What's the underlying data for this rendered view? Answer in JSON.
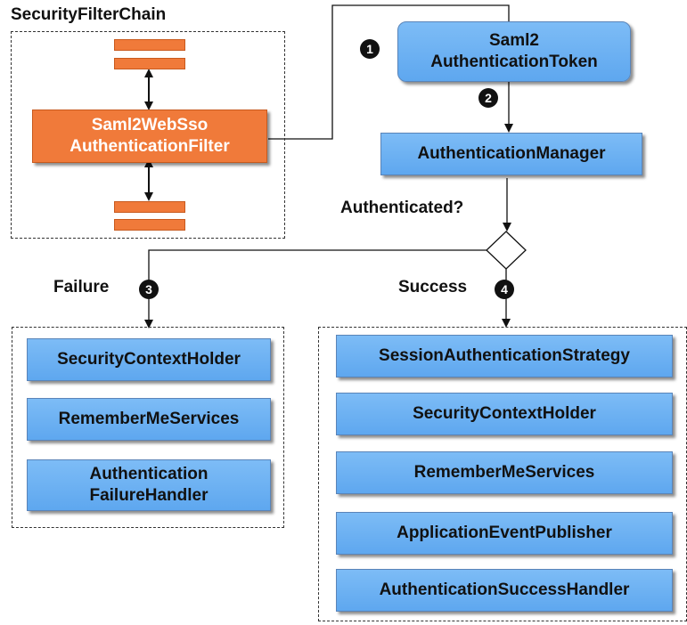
{
  "filter_chain": {
    "title": "SecurityFilterChain",
    "filter": "Saml2WebSso\nAuthenticationFilter"
  },
  "token": "Saml2\nAuthenticationToken",
  "manager": "AuthenticationManager",
  "decision": "Authenticated?",
  "failure": {
    "label": "Failure",
    "step": "3",
    "items": [
      "SecurityContextHolder",
      "RememberMeServices",
      "Authentication\nFailureHandler"
    ]
  },
  "success": {
    "label": "Success",
    "step": "4",
    "items": [
      "SessionAuthenticationStrategy",
      "SecurityContextHolder",
      "RememberMeServices",
      "ApplicationEventPublisher",
      "AuthenticationSuccessHandler"
    ]
  },
  "steps": {
    "one": "1",
    "two": "2"
  }
}
